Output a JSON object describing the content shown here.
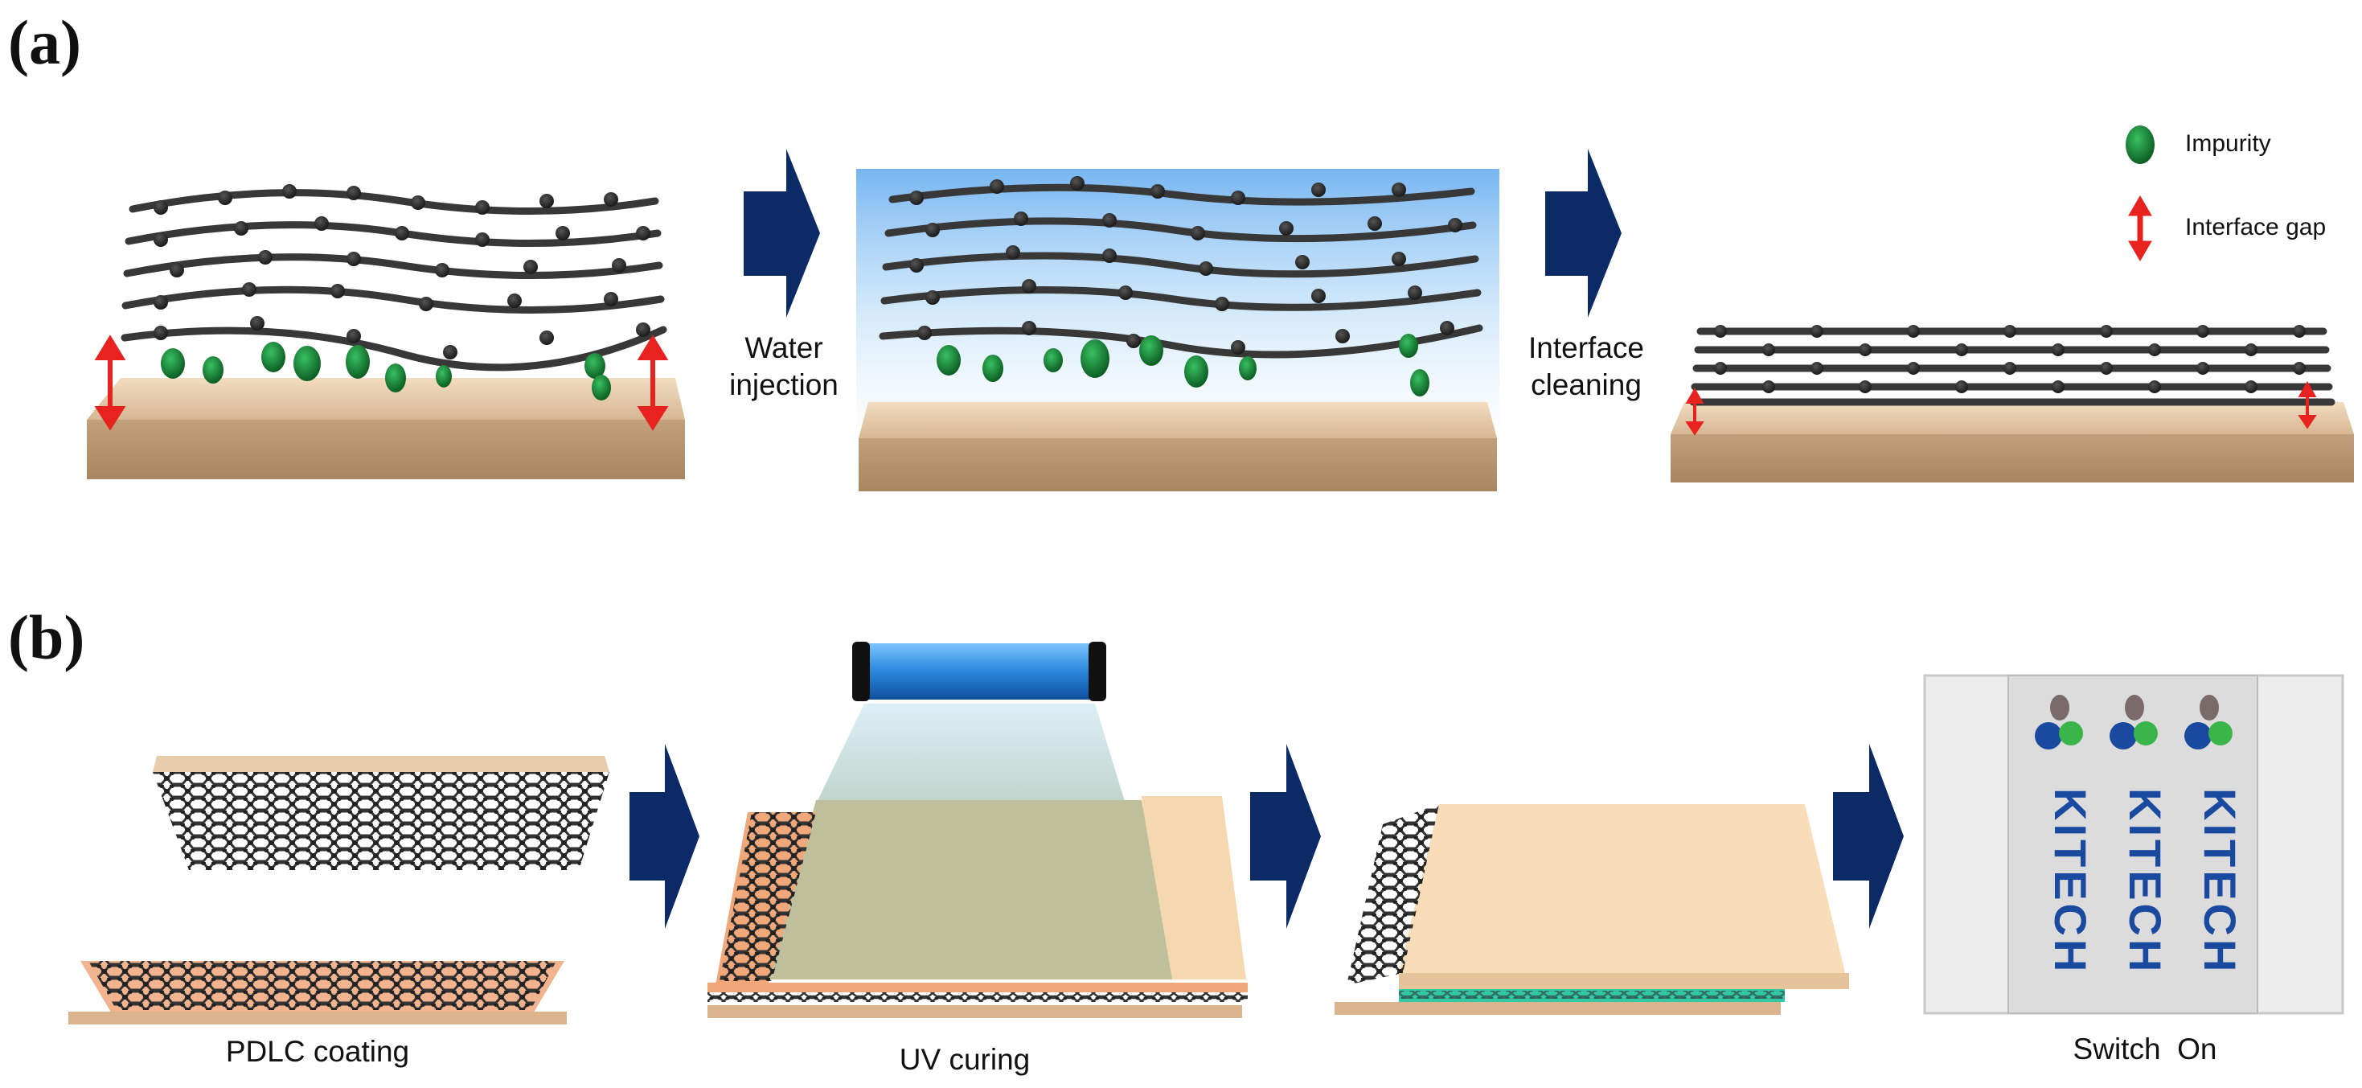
{
  "panel_a": {
    "label": "(a)",
    "steps": [
      {
        "text": "Water\ninjection"
      },
      {
        "text": "Interface\ncleaning"
      }
    ],
    "legend": {
      "impurity": "Impurity",
      "interface_gap": "Interface gap"
    }
  },
  "panel_b": {
    "label": "(b)",
    "captions": [
      "PDLC coating",
      "UV curing",
      "Switch  On"
    ],
    "logo_text": "KITECH"
  },
  "colors": {
    "arrow": "#0b2a66",
    "substrate": "#b99a78",
    "impurity": "#1e8a3a",
    "gap_arrow": "#e8221f",
    "graphene": "#3a3a3a",
    "pdlc": "#f0a77a",
    "uv_lamp": "#2e8fe0",
    "logo_blue": "#1a4aa0"
  },
  "icons": [
    "block-arrow-icon",
    "impurity-icon",
    "double-arrow-icon",
    "graphene-icon",
    "uv-lamp-icon"
  ]
}
